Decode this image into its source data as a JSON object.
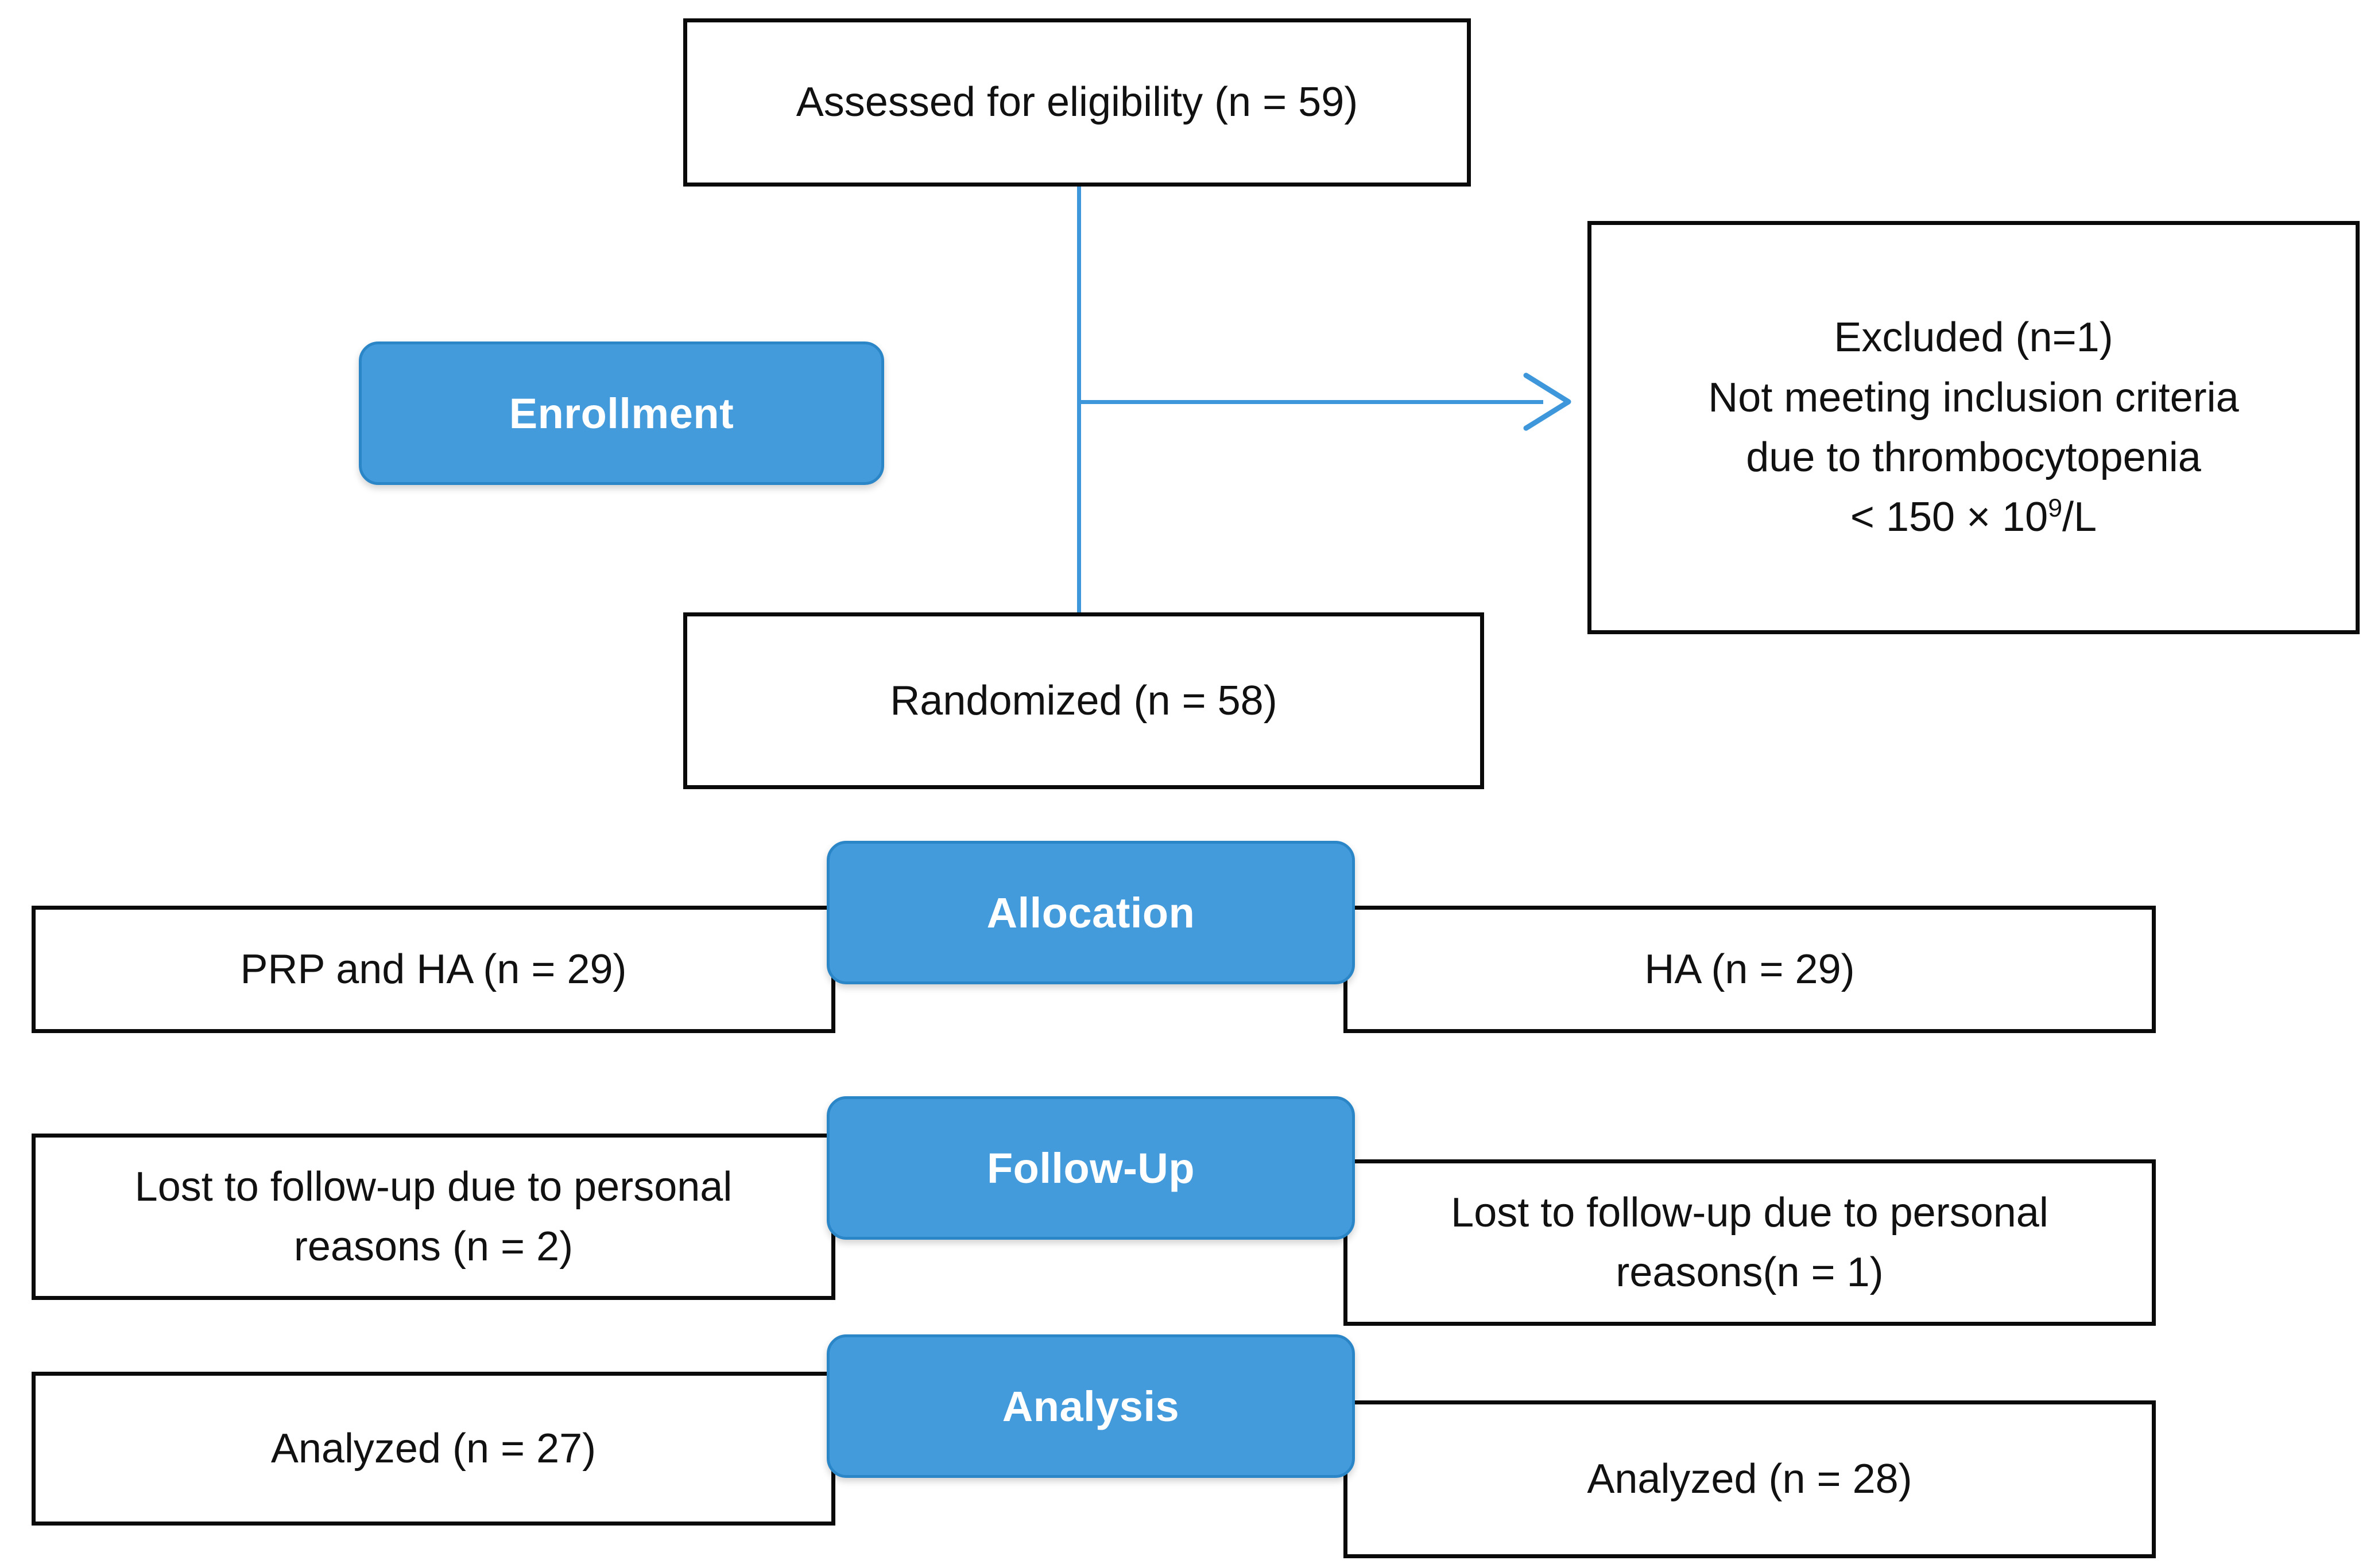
{
  "diagram": {
    "type": "consort-flow-diagram",
    "colors": {
      "badge_fill": "#449BDC",
      "badge_border": "#2b86c8",
      "badge_text": "#ffffff",
      "connector": "#3e97da",
      "box_border": "#0a0a0a",
      "box_text": "#111111",
      "background": "#ffffff"
    },
    "stage_badges": [
      {
        "id": "enrollment",
        "label": "Enrollment"
      },
      {
        "id": "allocation",
        "label": "Allocation"
      },
      {
        "id": "follow_up",
        "label": "Follow-Up"
      },
      {
        "id": "analysis",
        "label": "Analysis"
      }
    ],
    "nodes": {
      "assessed": {
        "label": "Assessed for eligibility (n = 59)",
        "n": 59
      },
      "excluded": {
        "lines": [
          "Excluded (n=1)",
          "Not meeting inclusion criteria",
          "due to thrombocytopenia"
        ],
        "threshold_prefix": "< 150 × 10",
        "threshold_exponent": "9",
        "threshold_suffix": "/L",
        "n": 1
      },
      "randomized": {
        "label": "Randomized (n = 58)",
        "n": 58
      },
      "alloc_left": {
        "label": "PRP and HA (n = 29)",
        "n": 29
      },
      "alloc_right": {
        "label": "HA (n = 29)",
        "n": 29
      },
      "lost_left": {
        "line1": "Lost to follow-up due to personal",
        "line2": "reasons   (n = 2)",
        "n": 2
      },
      "lost_right": {
        "line1": "Lost to follow-up due to personal",
        "line2": "reasons(n = 1)",
        "n": 1
      },
      "analyzed_left": {
        "label": "Analyzed (n = 27)",
        "n": 27
      },
      "analyzed_right": {
        "label": "Analyzed (n = 28)",
        "n": 28
      }
    }
  }
}
